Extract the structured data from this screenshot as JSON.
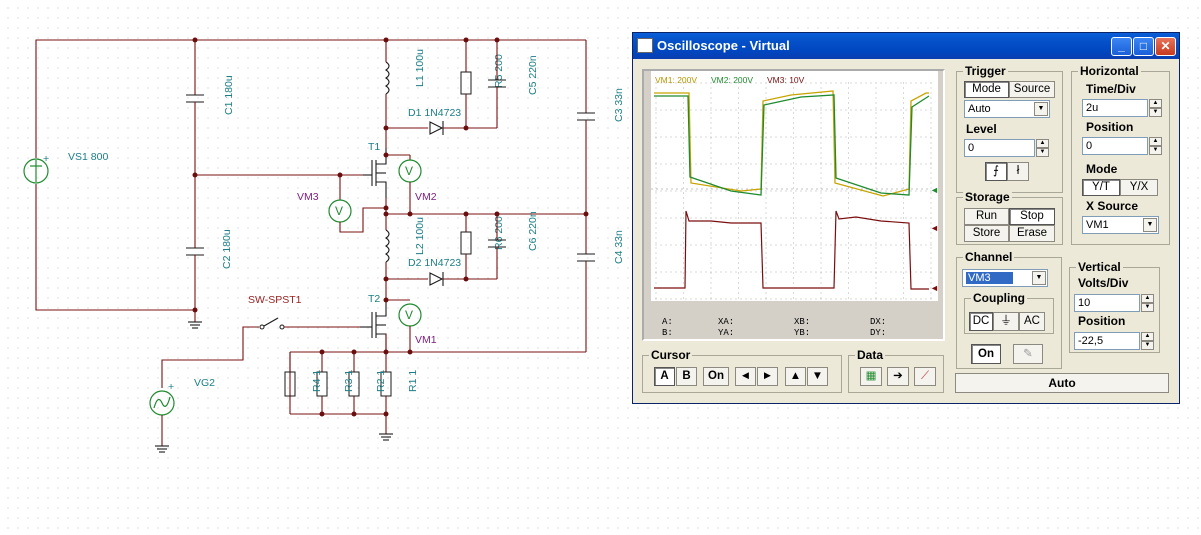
{
  "schematic": {
    "components": {
      "vs1": "VS1 800",
      "c1": "C1 180u",
      "c2": "C2 180u",
      "c3": "C3 33n",
      "c4": "C4 33n",
      "c5": "C5 220n",
      "c6": "C6 220n",
      "r5": "R5 200",
      "r6": "R6 200",
      "l1": "L1 100u",
      "l2": "L2 100u",
      "d1": "D1 1N4723",
      "d2": "D2 1N4723",
      "t1": "T1",
      "t2": "T2",
      "vm1": "VM1",
      "vm2": "VM2",
      "vm3": "VM3",
      "sw": "SW-SPST1",
      "vg2": "VG2",
      "r1": "R1 1",
      "r2": "R2 1",
      "r3": "R3 1",
      "r4": "R4 1"
    },
    "meter_symbol": "V"
  },
  "oscilloscope": {
    "title": "Oscilloscope - Virtual",
    "window_buttons": {
      "minimize": "_",
      "maximize": "□",
      "close": "✕"
    },
    "legend": {
      "vm1": "VM1: 200V",
      "vm2": "VM2: 200V",
      "vm3": "VM3: 10V"
    },
    "colors": {
      "vm1": "#c8a400",
      "vm2": "#1f8a2f",
      "vm3": "#7a0e0e"
    },
    "cursor_readout": {
      "a": "A:",
      "b": "B:",
      "xa": "XA:",
      "ya": "YA:",
      "xb": "XB:",
      "yb": "YB:",
      "dx": "DX:",
      "dy": "DY:"
    },
    "trigger": {
      "title": "Trigger",
      "mode_label": "Mode",
      "source_label": "Source",
      "mode_value": "Auto",
      "level_label": "Level",
      "level_value": "0",
      "rising_icon": "rising-edge-icon",
      "falling_icon": "falling-edge-icon"
    },
    "horizontal": {
      "title": "Horizontal",
      "timediv_label": "Time/Div",
      "timediv_value": "2u",
      "position_label": "Position",
      "position_value": "0",
      "mode_label": "Mode",
      "yt_label": "Y/T",
      "yx_label": "Y/X",
      "xsource_label": "X Source",
      "xsource_value": "VM1"
    },
    "storage": {
      "title": "Storage",
      "run": "Run",
      "stop": "Stop",
      "store": "Store",
      "erase": "Erase"
    },
    "channel": {
      "title": "Channel",
      "value": "VM3",
      "coupling_title": "Coupling",
      "dc": "DC",
      "ac": "AC",
      "on": "On"
    },
    "vertical": {
      "title": "Vertical",
      "voltsdiv_label": "Volts/Div",
      "voltsdiv_value": "10",
      "position_label": "Position",
      "position_value": "-22,5"
    },
    "cursor": {
      "title": "Cursor",
      "a": "A",
      "b": "B",
      "on": "On"
    },
    "data": {
      "title": "Data"
    },
    "auto_button": "Auto"
  }
}
